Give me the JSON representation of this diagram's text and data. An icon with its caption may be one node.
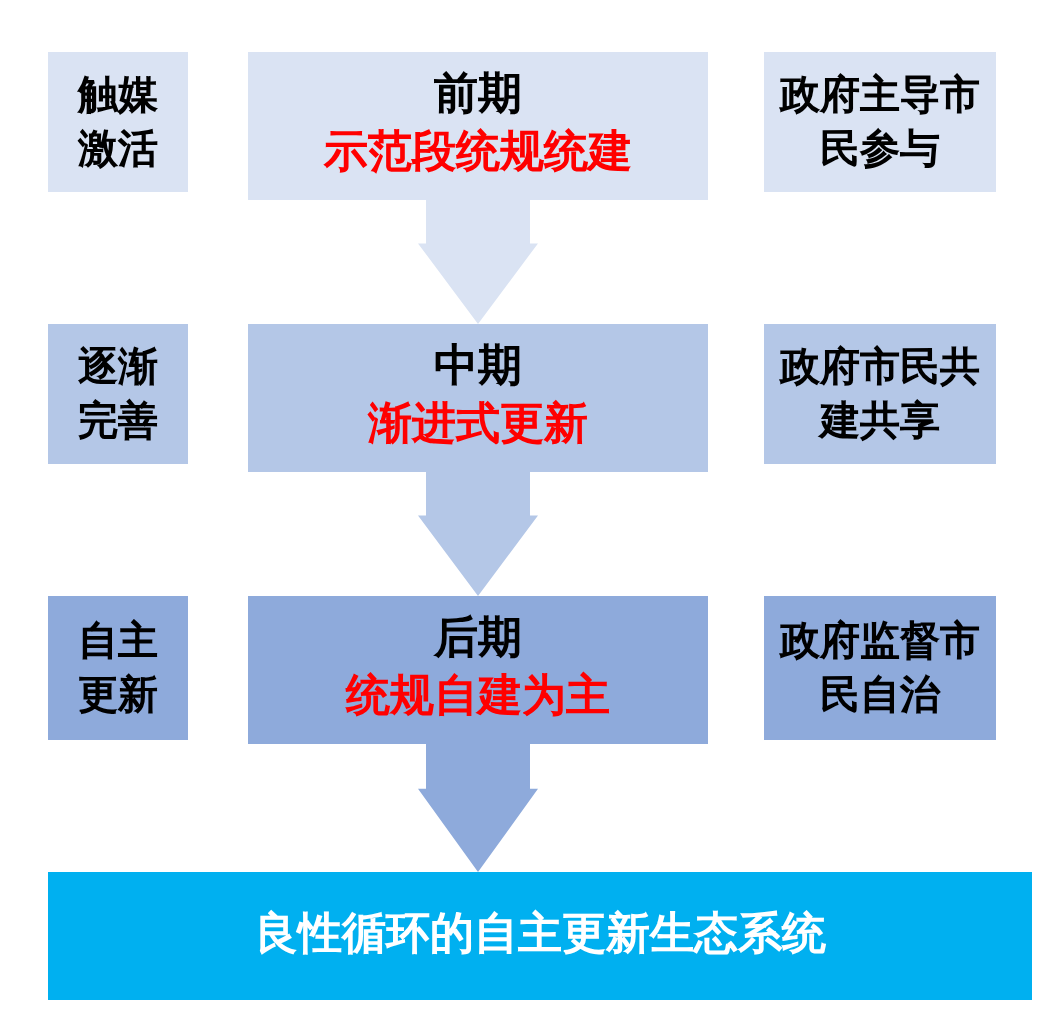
{
  "diagram": {
    "nodes": [
      {
        "text": [
          "触媒激活"
        ]
      },
      {
        "text": [
          "前期",
          "示范段统规统建"
        ]
      },
      {
        "text": [
          "政府主导市民参与"
        ]
      },
      {
        "text": [
          "逐渐完善"
        ]
      },
      {
        "text": [
          "中期",
          "渐进式更新"
        ]
      },
      {
        "text": [
          "政府市民共建共享"
        ]
      },
      {
        "text": [
          "自主更新"
        ]
      },
      {
        "text": [
          "后期",
          "统规自建为主"
        ]
      },
      {
        "text": [
          "政府监督市民自治"
        ]
      },
      {
        "text": [
          "良性循环的自主更新生态系统"
        ]
      }
    ],
    "edges": [
      {
        "from": 1,
        "to": 4,
        "arrow": "to"
      },
      {
        "from": 4,
        "to": 7,
        "arrow": "to"
      },
      {
        "from": 7,
        "to": 9,
        "arrow": "to"
      }
    ]
  }
}
